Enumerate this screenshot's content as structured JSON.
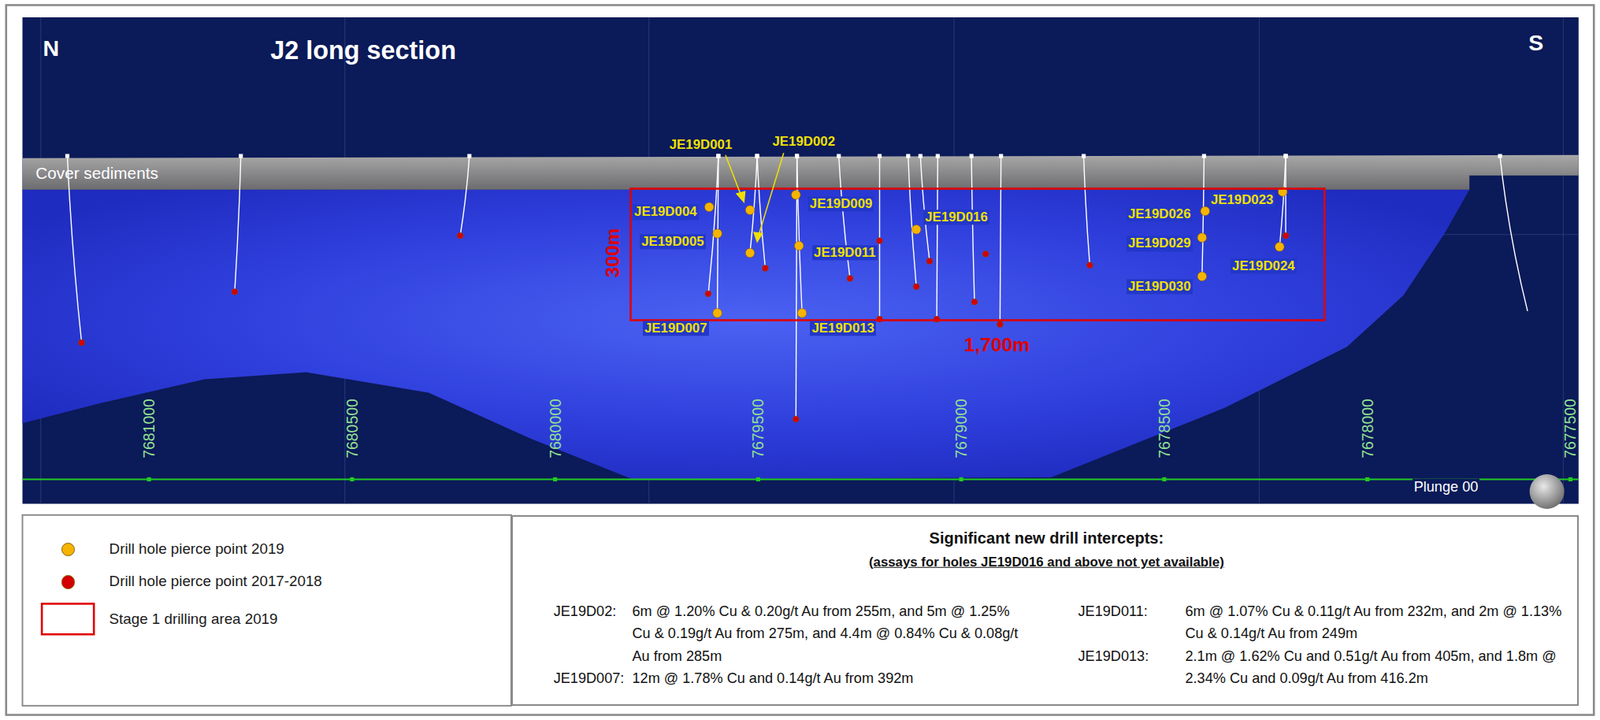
{
  "diagram": {
    "title": "J2 long section",
    "nodes": [
      {
        "text": [
          "Significant new drill intercepts:",
          "(assays for holes JE19D016 and above not yet available)",
          "JE19D02:",
          "6m @ 1.20% Cu & 0.20g/t Au from 255m, and 5m @ 1.25% Cu & 0.19g/t Au from 275m, and 4.4m @ 0.84% Cu & 0.08g/t Au from 285m",
          "JE19D007:",
          "12m @ 1.78% Cu and 0.14g/t Au from 392m",
          "JE19D011:",
          "6m @ 1.07% Cu & 0.11g/t Au from 232m, and 2m @ 1.13% Cu & 0.14g/t Au from 249m",
          "JE19D013:",
          "2.1m @ 1.62% Cu and 0.51g/t Au from 405m, and 1.8m @ 2.34% Cu and 0.09g/t Au from 416.2m"
        ]
      }
    ],
    "labels": [
      "N",
      "S",
      "Cover sediments",
      "JE19D001",
      "JE19D002",
      "JE19D004",
      "JE19D009",
      "JE19D005",
      "JE19D016",
      "JE19D011",
      "JE19D007",
      "JE19D013",
      "JE19D026",
      "JE19D023",
      "JE19D029",
      "JE19D024",
      "JE19D030",
      "300m",
      "1,700m",
      "7681000",
      "7680500",
      "7680000",
      "7679500",
      "7679000",
      "7678500",
      "7678000",
      "7677500",
      "Plunge 00"
    ],
    "legend": [
      {
        "text": "Drill hole pierce point 2019",
        "color": "#f5b400"
      },
      {
        "text": "Drill hole pierce point 2017-2018",
        "color": "#d40000"
      },
      {
        "text": "Stage 1 drilling area 2019"
      }
    ]
  }
}
